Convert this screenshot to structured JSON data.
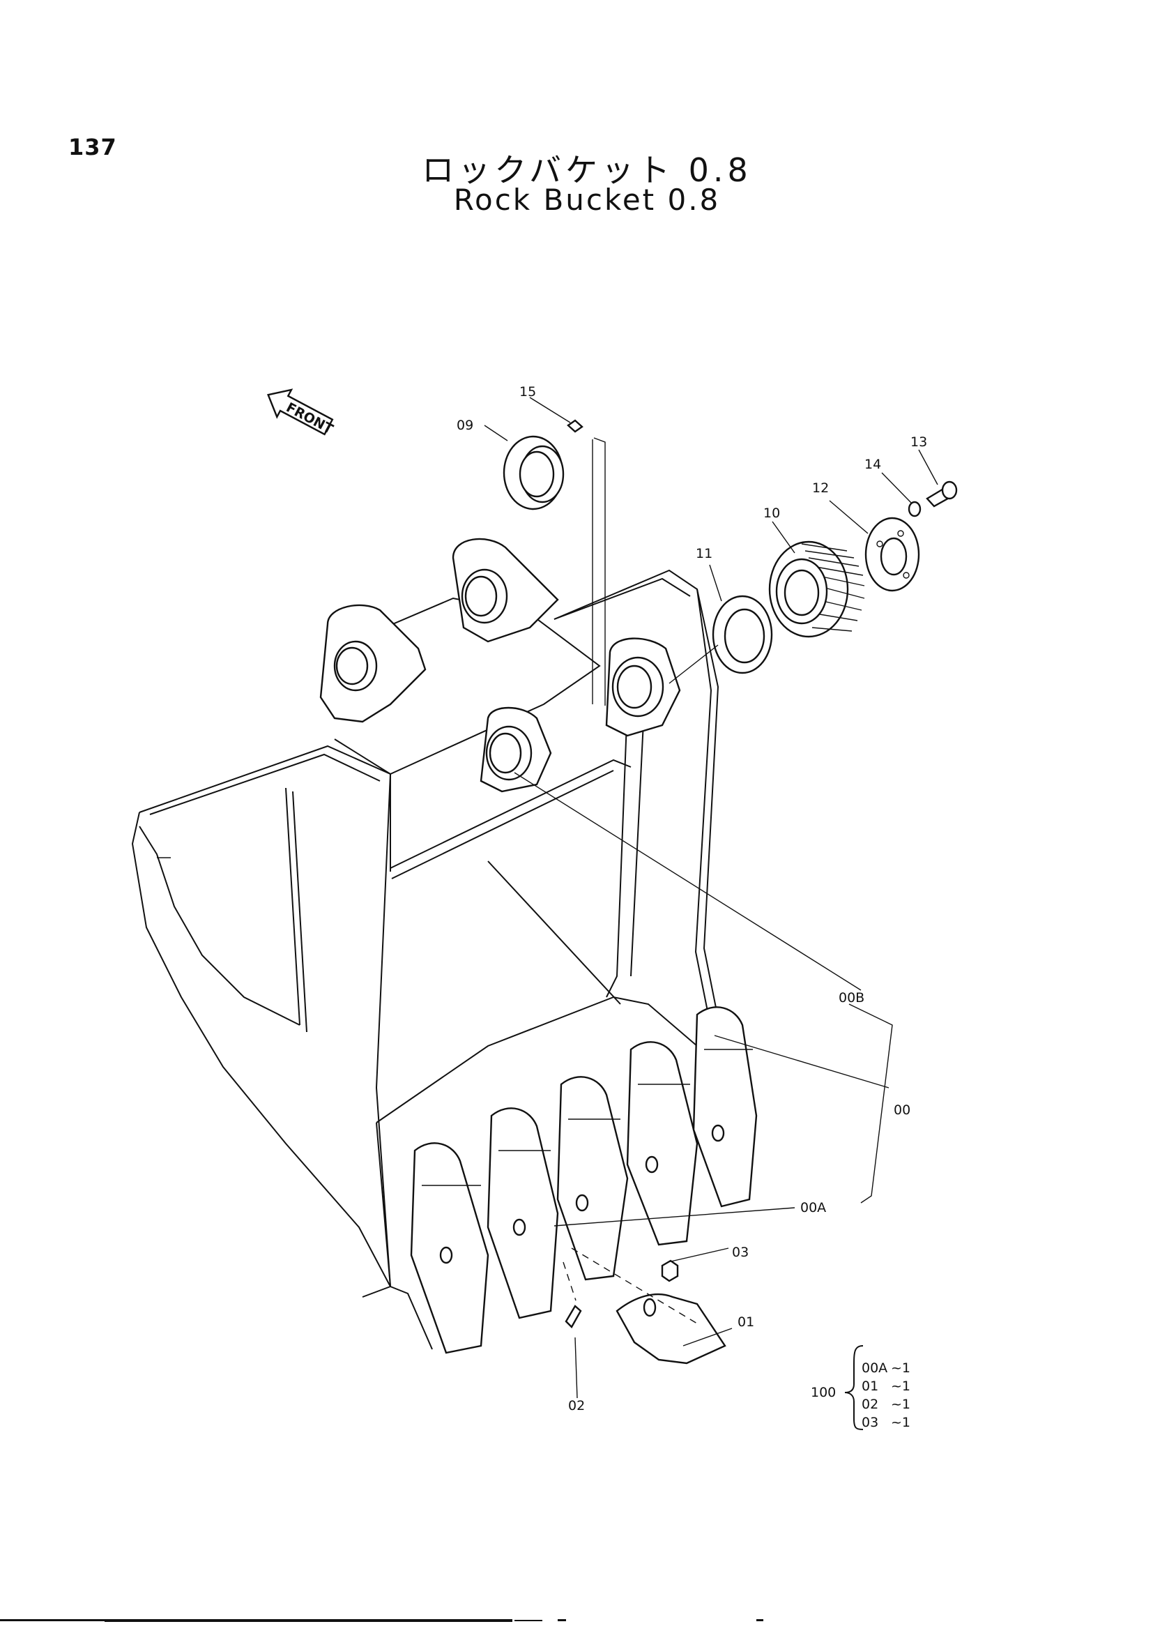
{
  "page_number": "137",
  "title_ja": "ロックバケット 0.8",
  "title_en": "Rock Bucket 0.8",
  "front_label": "FRONT",
  "callouts": {
    "c15": "15",
    "c09": "09",
    "c13": "13",
    "c14": "14",
    "c12": "12",
    "c10": "10",
    "c11": "11",
    "c00B": "00B",
    "c00": "00",
    "c00A": "00A",
    "c03": "03",
    "c01": "01",
    "c02": "02"
  },
  "kit": {
    "number": "100",
    "items": [
      {
        "part": "00A",
        "qty": "~1"
      },
      {
        "part": "01",
        "qty": "~1"
      },
      {
        "part": "02",
        "qty": "~1"
      },
      {
        "part": "03",
        "qty": "~1"
      }
    ]
  }
}
